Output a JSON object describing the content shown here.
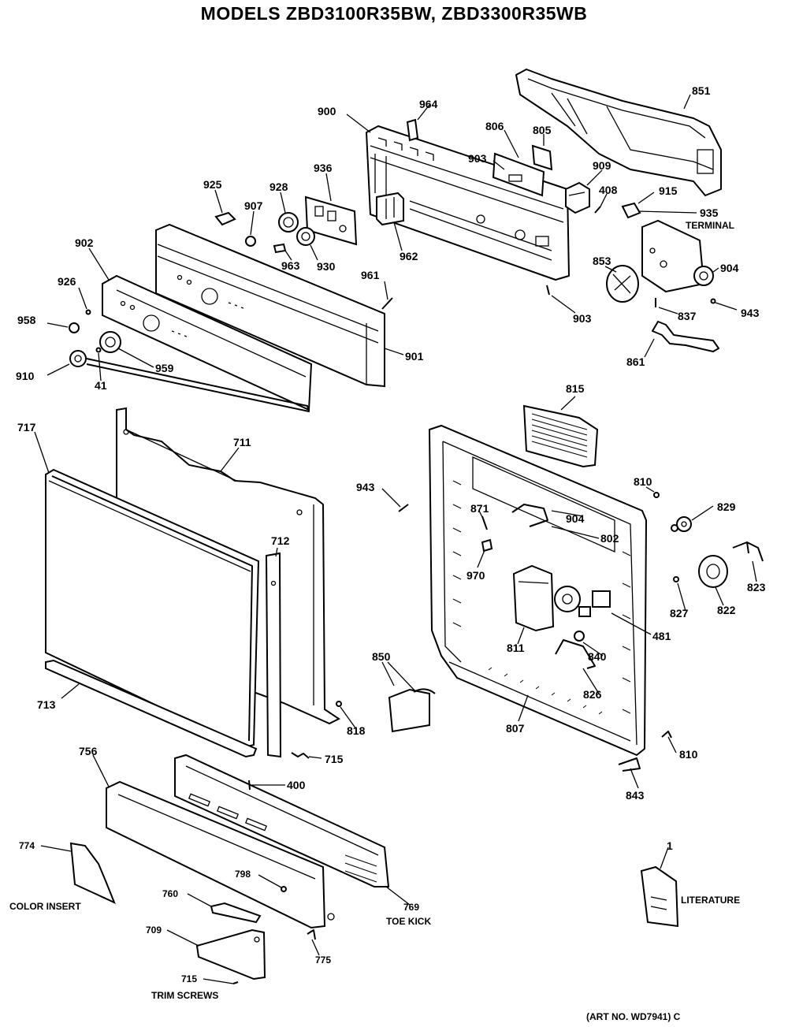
{
  "title": "MODELS ZBD3100R35BW, ZBD3300R35WB",
  "art_number": "(ART NO. WD7941) C",
  "labels": {
    "l851": "851",
    "l964": "964",
    "l900": "900",
    "l806": "806",
    "l805": "805",
    "l903a": "903",
    "l909": "909",
    "l408": "408",
    "l915": "915",
    "l935": "935",
    "terminal": "TERMINAL",
    "l936": "936",
    "l925": "925",
    "l928": "928",
    "l907": "907",
    "l902": "902",
    "l853": "853",
    "l904a": "904",
    "l962": "962",
    "l963": "963",
    "l930": "930",
    "l926": "926",
    "l961": "961",
    "l903b": "903",
    "l837": "837",
    "l943a": "943",
    "l958": "958",
    "l901": "901",
    "l861": "861",
    "l910a": "910",
    "l41": "41",
    "l959": "959",
    "l815": "815",
    "l717": "717",
    "l711": "711",
    "l943b": "943",
    "l810a": "810",
    "l829": "829",
    "l871": "871",
    "l904b": "904",
    "l802": "802",
    "l712": "712",
    "l970": "970",
    "l823": "823",
    "l827": "827",
    "l822": "822",
    "l481": "481",
    "l811": "811",
    "l840": "840",
    "l850": "850",
    "l826": "826",
    "l713": "713",
    "l807": "807",
    "l818": "818",
    "l810b": "810",
    "l715a": "715",
    "l756": "756",
    "l400": "400",
    "l843": "843",
    "l774": "774",
    "l798": "798",
    "l1": "1",
    "color_insert": "COLOR INSERT",
    "literature": "LITERATURE",
    "l760": "760",
    "l769": "769",
    "toe_kick": "TOE KICK",
    "l709": "709",
    "l775": "775",
    "l715b": "715",
    "trim_screws": "TRIM SCREWS"
  }
}
